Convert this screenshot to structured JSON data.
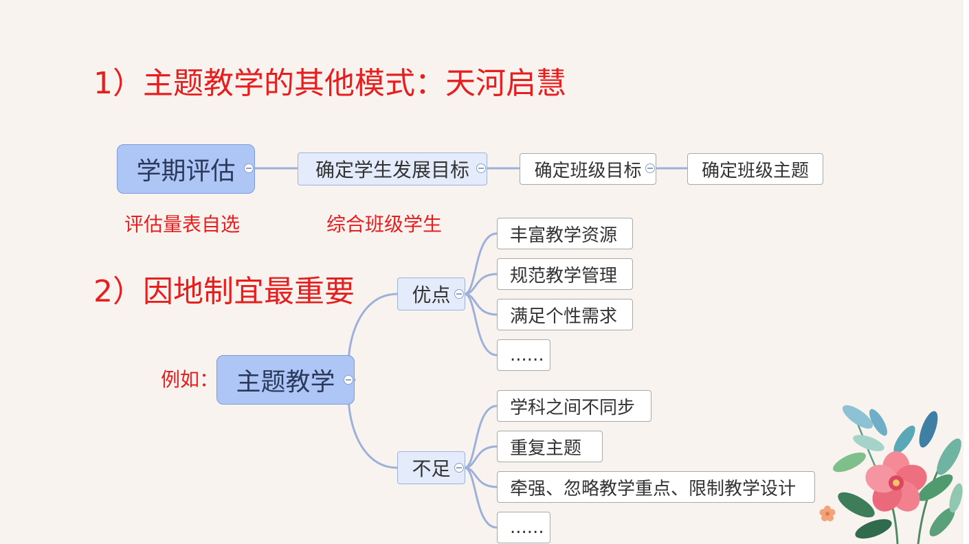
{
  "headings": {
    "h1": "1）主题教学的其他模式：天河启慧",
    "h2": "2）因地制宜最重要"
  },
  "notes": {
    "n1": "评估量表自选",
    "n2": "综合班级学生",
    "n3": "例如："
  },
  "chain": {
    "root": "学期评估",
    "step1": "确定学生发展目标",
    "step2": "确定班级目标",
    "step3": "确定班级主题"
  },
  "tree": {
    "root": "主题教学",
    "pros_label": "优点",
    "pros": [
      "丰富教学资源",
      "规范教学管理",
      "满足个性需求",
      "......"
    ],
    "cons_label": "不足",
    "cons": [
      "学科之间不同步",
      "重复主题",
      "牵强、忽略教学重点、限制教学设计",
      "......"
    ]
  },
  "colors": {
    "heading": "#e61e1e",
    "root_fill": "#adc6f6",
    "branch_fill": "#e4ecfb",
    "connector": "#9db0da"
  }
}
